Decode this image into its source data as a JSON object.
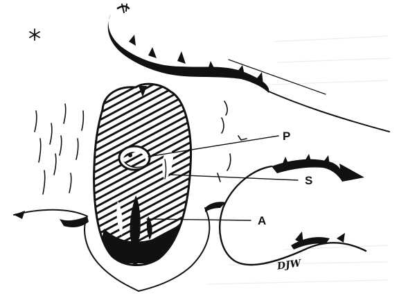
{
  "labels": {
    "p": "P",
    "s": "S",
    "a": "A",
    "signature": "DJW"
  },
  "colors": {
    "ink": "#111111",
    "background": "#ffffff",
    "faint_text": "#e8e8e8"
  },
  "icons": {
    "corner_mark": "asterisk-icon"
  }
}
